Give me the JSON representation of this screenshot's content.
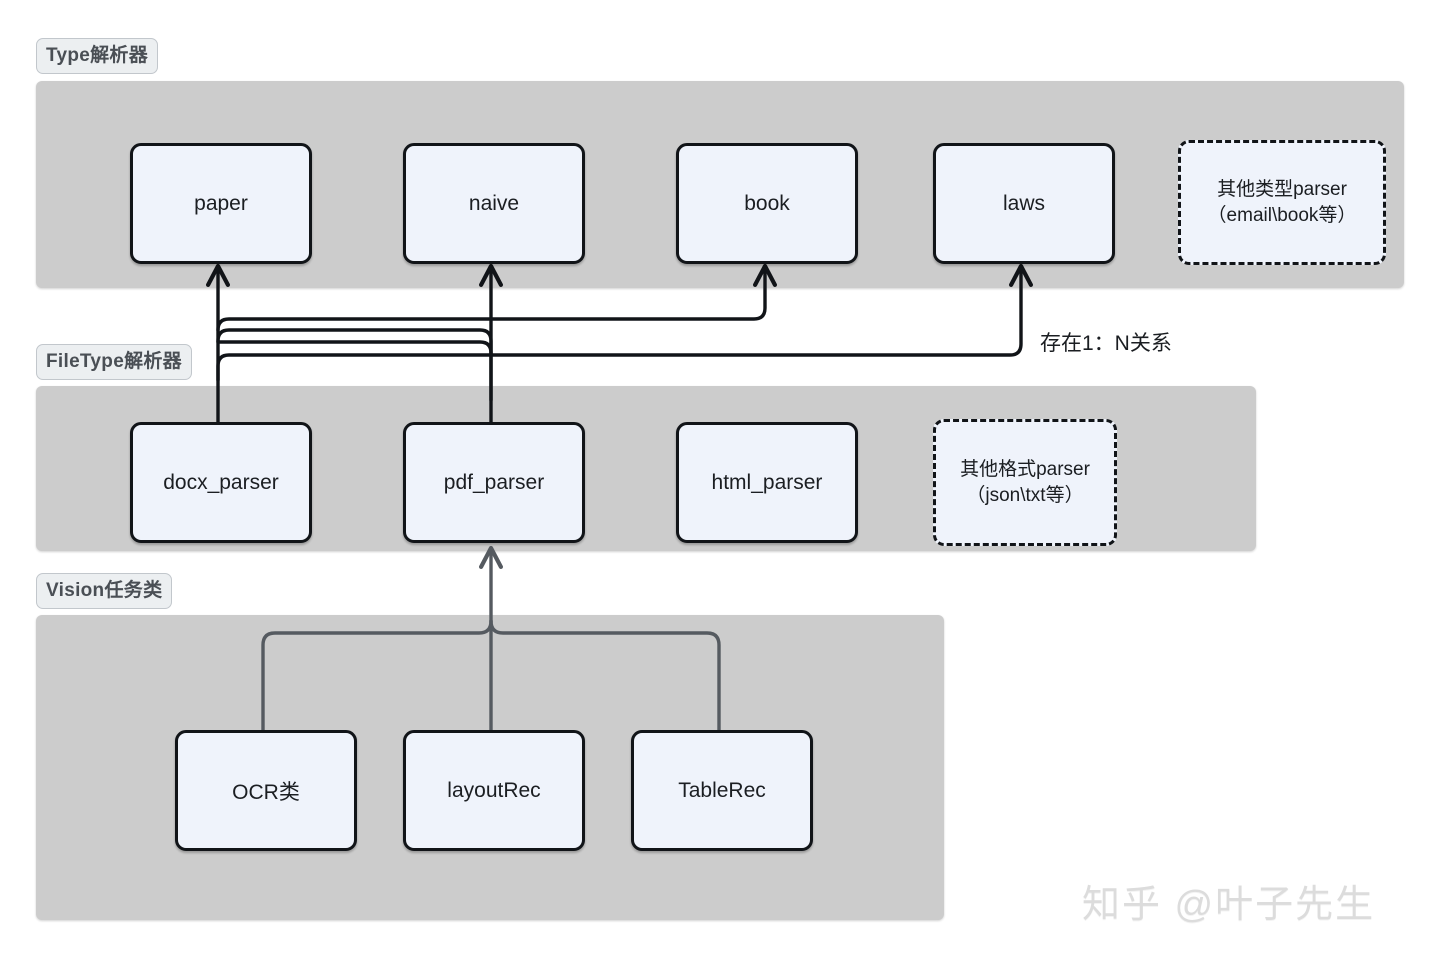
{
  "groups": [
    {
      "id": "type",
      "label": "Type解析器"
    },
    {
      "id": "filetype",
      "label": "FileType解析器"
    },
    {
      "id": "vision",
      "label": "Vision任务类"
    }
  ],
  "type_parsers": [
    {
      "label": "paper"
    },
    {
      "label": "naive"
    },
    {
      "label": "book"
    },
    {
      "label": "laws"
    }
  ],
  "type_other": {
    "line1": "其他类型parser",
    "line2": "（email\\book等）"
  },
  "file_parsers": [
    {
      "label": "docx_parser"
    },
    {
      "label": "pdf_parser"
    },
    {
      "label": "html_parser"
    }
  ],
  "file_other": {
    "line1": "其他格式parser",
    "line2": "（json\\txt等）"
  },
  "vision_tasks": [
    {
      "label": "OCR类"
    },
    {
      "label": "layoutRec"
    },
    {
      "label": "TableRec"
    }
  ],
  "annotations": {
    "one_to_n": "存在1：N关系"
  },
  "watermark": {
    "text": "知乎 @叶子先生"
  },
  "colors": {
    "panel_bg": "#cccccc",
    "node_fill": "#eff3fb",
    "node_border": "#111418",
    "badge_bg": "#eceff1",
    "badge_text": "#4a4f55",
    "edge_dark": "#111418",
    "edge_gray": "#555a60",
    "watermark": "#dcdcdc",
    "page_bg": "#ffffff"
  }
}
